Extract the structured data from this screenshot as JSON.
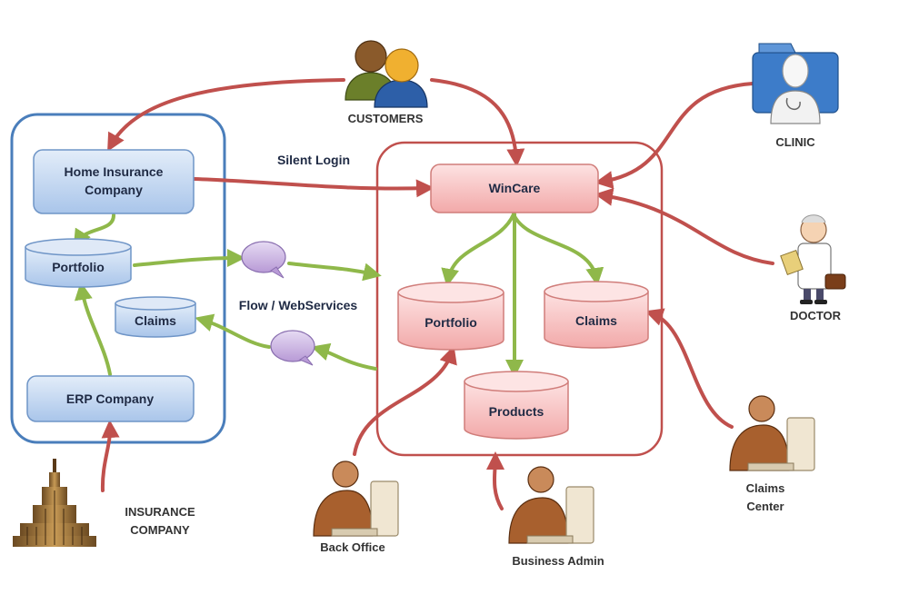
{
  "actors": {
    "customers": "CUSTOMERS",
    "clinic": "CLINIC",
    "doctor": "DOCTOR",
    "insurance_company": [
      "INSURANCE",
      "COMPANY"
    ],
    "back_office": "Back Office",
    "business_admin": "Business Admin",
    "claims_center": [
      "Claims",
      "Center"
    ]
  },
  "left_system": {
    "home_insurance": [
      "Home Insurance",
      "Company"
    ],
    "portfolio": "Portfolio",
    "claims": "Claims",
    "erp": "ERP Company"
  },
  "wincare_system": {
    "wincare": "WinCare",
    "portfolio": "Portfolio",
    "claims": "Claims",
    "products": "Products"
  },
  "connections": {
    "silent_login": "Silent Login",
    "flow_webservices": "Flow / WebServices"
  },
  "colors": {
    "blue_border": "#4a7ebb",
    "red_border": "#c0504d",
    "red_arrow": "#c0504d",
    "green_arrow": "#8fb84a",
    "blue_fill": "#c6d9f1",
    "red_fill": "#f8c8c8",
    "bubble_fill": "#c9b3e0"
  }
}
